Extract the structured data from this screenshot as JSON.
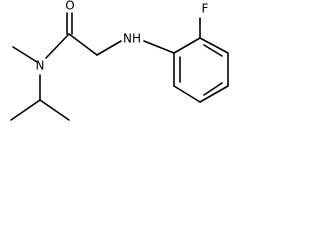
{
  "molecule": {
    "atoms": {
      "oxygen": "O",
      "fluorine": "F",
      "amide_nitrogen": "N",
      "amine_nitrogen": "NH"
    }
  }
}
